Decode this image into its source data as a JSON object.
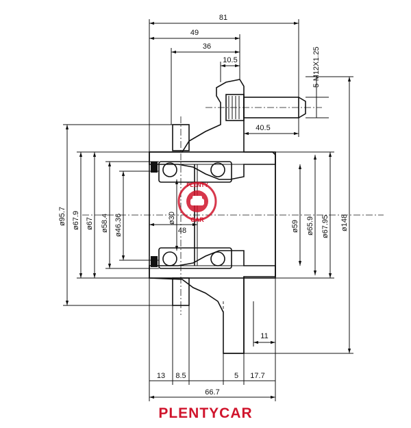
{
  "brand": {
    "name": "PLENTYCAR",
    "color": "#d0142c"
  },
  "watermark": {
    "text_top": "PLENTY",
    "text_bottom": "CAR",
    "color": "#d0142c"
  },
  "dimensions": {
    "top_81": "81",
    "top_49": "49",
    "top_36": "36",
    "top_10_5": "10.5",
    "thread": "5-M12X1.25",
    "stud_40_5": "40.5",
    "dia_95_7": "ø95.7",
    "dia_67_9": "ø67.9",
    "dia_67": "ø67",
    "dia_58_4": "ø58.4",
    "dia_46_36": "ø46.36",
    "dia_30": "ø30",
    "len_48": "48",
    "dia_59": "ø59",
    "dia_65_9": "ø65.9",
    "dia_67_95": "ø67.95",
    "dia_148": "ø148",
    "flange_11": "11",
    "bot_13": "13",
    "bot_8_5": "8.5",
    "bot_5": "5",
    "bot_17_7": "17.7",
    "bot_66_7": "66.7"
  }
}
